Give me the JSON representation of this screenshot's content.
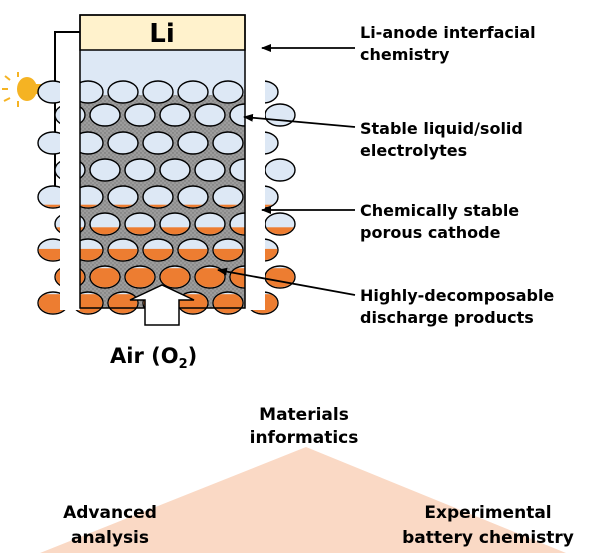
{
  "battery": {
    "anode_label": "Li",
    "air_label_main": "Air (O",
    "air_label_sub": "2",
    "air_label_end": ")"
  },
  "annotations": [
    {
      "line1": "Li-anode interfacial",
      "line2": "chemistry"
    },
    {
      "line1": "Stable liquid/solid",
      "line2": "electrolytes"
    },
    {
      "line1": "Chemically stable",
      "line2": "porous cathode"
    },
    {
      "line1": "Highly-decomposable",
      "line2": "discharge products"
    }
  ],
  "triangle": {
    "top_line1": "Materials",
    "top_line2": "informatics",
    "left_line1": "Advanced",
    "left_line2": "analysis",
    "right_line1": "Experimental",
    "right_line2": "battery chemistry"
  },
  "colors": {
    "anode": "#FFF2CC",
    "electrolyte": "#DDE8F5",
    "cathode": "#A6A6A6",
    "pore": "#DDE8F5",
    "product": "#ED7D31",
    "triangle": "#FAD9C5",
    "bulb": "#F5B323"
  }
}
